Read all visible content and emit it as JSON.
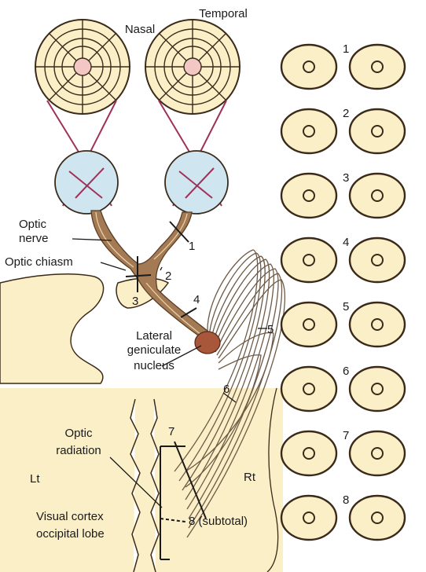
{
  "labels": {
    "nasal": "Nasal",
    "temporal": "Temporal",
    "optic_nerve_1": "Optic",
    "optic_nerve_2": "nerve",
    "optic_chiasm": "Optic chiasm",
    "lgn_1": "Lateral",
    "lgn_2": "geniculate",
    "lgn_3": "nucleus",
    "optic_radiation_1": "Optic",
    "optic_radiation_2": "radiation",
    "lt": "Lt",
    "rt": "Rt",
    "visual_cortex_1": "Visual cortex",
    "visual_cortex_2": "occipital lobe"
  },
  "pathway_numbers": {
    "n1": "1",
    "n2": "2",
    "n3": "3",
    "n4": "4",
    "n5": "5",
    "n6": "6",
    "n7": "7",
    "n8": "8 (subtotal)"
  },
  "field_rows": [
    "1",
    "2",
    "3",
    "4",
    "5",
    "6",
    "7",
    "8"
  ],
  "colors": {
    "field_fill": "#fbefc7",
    "defect": "#d9989a",
    "eye": "#cfe6f0",
    "nerve": "#a47a55",
    "lgn": "#a8573a",
    "ray": "#a0305a",
    "outline": "#3a2a1a"
  }
}
